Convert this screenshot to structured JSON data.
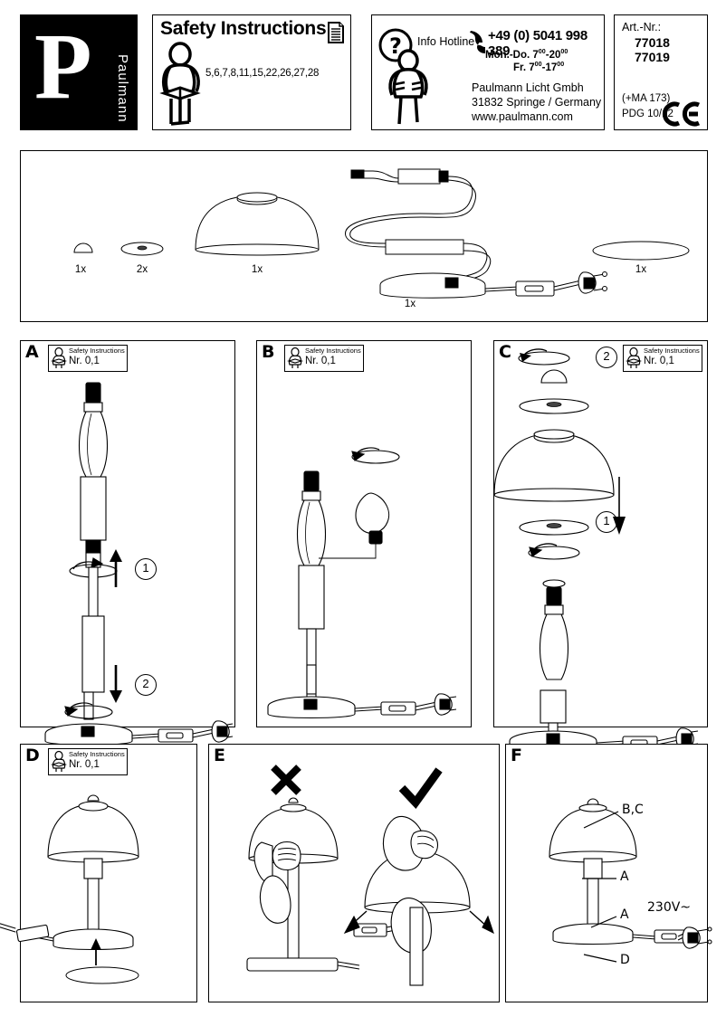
{
  "brand": {
    "logo_letter": "P",
    "name": "Paulmann"
  },
  "safety": {
    "title": "Safety Instructions",
    "numbers": "5,6,7,8,11,15,22,26,27,28",
    "doc_icon": "document-icon",
    "person_icon": "person-reading-icon"
  },
  "hotline": {
    "label": "Info Hotline",
    "phone_icon": "telephone-icon",
    "question_icon": "person-question-icon",
    "number": "+49 (0) 5041 998 389",
    "hours_1_days": "Mon.-Do.",
    "hours_1_from": "7",
    "hours_1_from_sup": "00",
    "hours_1_to": "-20",
    "hours_1_to_sup": "00",
    "hours_2_days": "Fr.",
    "hours_2_from": "7",
    "hours_2_from_sup": "00",
    "hours_2_to": "-17",
    "hours_2_to_sup": "00",
    "company": "Paulmann Licht Gmbh",
    "address": "31832 Springe / Germany",
    "web": "www.paulmann.com"
  },
  "article": {
    "label": "Art.-Nr.:",
    "number_1": "77018",
    "number_2": "77019",
    "ma": "(+MA 173)",
    "pdg": "PDG 10/12",
    "ce_icon": "ce-mark-icon"
  },
  "parts": [
    {
      "name": "finial-cap",
      "qty": "1x"
    },
    {
      "name": "washer-disc",
      "qty": "2x"
    },
    {
      "name": "glass-shade",
      "qty": "1x"
    },
    {
      "name": "lamp-base-with-cord",
      "qty": "1x"
    },
    {
      "name": "felt-pad",
      "qty": "1x"
    }
  ],
  "panels": {
    "A": {
      "letter": "A",
      "safety_title": "Safety Instructions",
      "safety_nr": "Nr. 0,1",
      "steps": [
        "1",
        "2"
      ]
    },
    "B": {
      "letter": "B",
      "safety_title": "Safety Instructions",
      "safety_nr": "Nr. 0,1"
    },
    "C": {
      "letter": "C",
      "safety_title": "Safety Instructions",
      "safety_nr": "Nr. 0,1",
      "steps": [
        "2",
        "1"
      ]
    },
    "D": {
      "letter": "D",
      "safety_title": "Safety Instructions",
      "safety_nr": "Nr. 0,1"
    },
    "E": {
      "letter": "E",
      "wrong_icon": "cross-icon",
      "right_icon": "check-icon"
    },
    "F": {
      "letter": "F",
      "label_top": "B,C",
      "label_mid": "A",
      "label_low": "A",
      "label_base": "D",
      "voltage": "230V~"
    }
  }
}
